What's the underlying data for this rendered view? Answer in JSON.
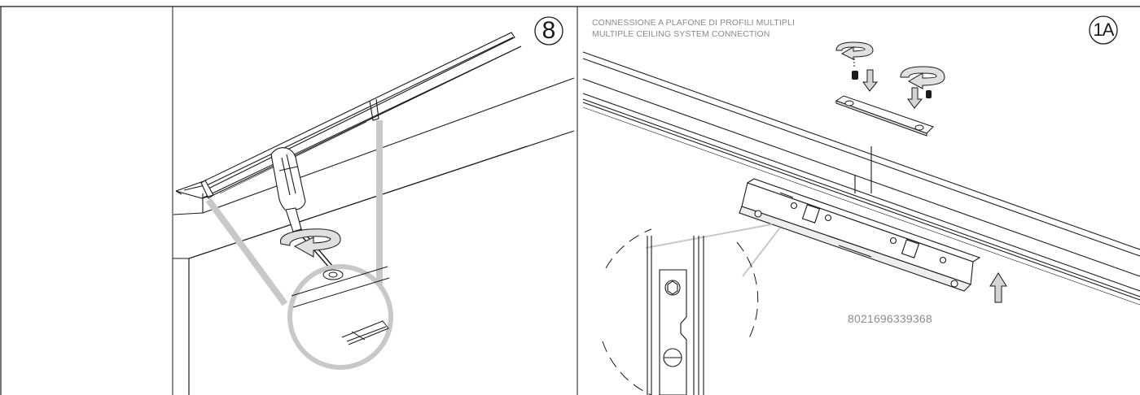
{
  "steps": {
    "left": "8",
    "right": "1A"
  },
  "captions": {
    "italian": "CONNESSIONE A PLAFONE DI PROFILI MULTIPLI",
    "english": "MULTIPLE CEILING SYSTEM CONNECTION"
  },
  "product_code": "8021696339368",
  "colors": {
    "line": "#1a1a1a",
    "callout": "#c8c8c8",
    "arrow_fill": "#d4d4d4",
    "caption": "#8a8a8a"
  }
}
